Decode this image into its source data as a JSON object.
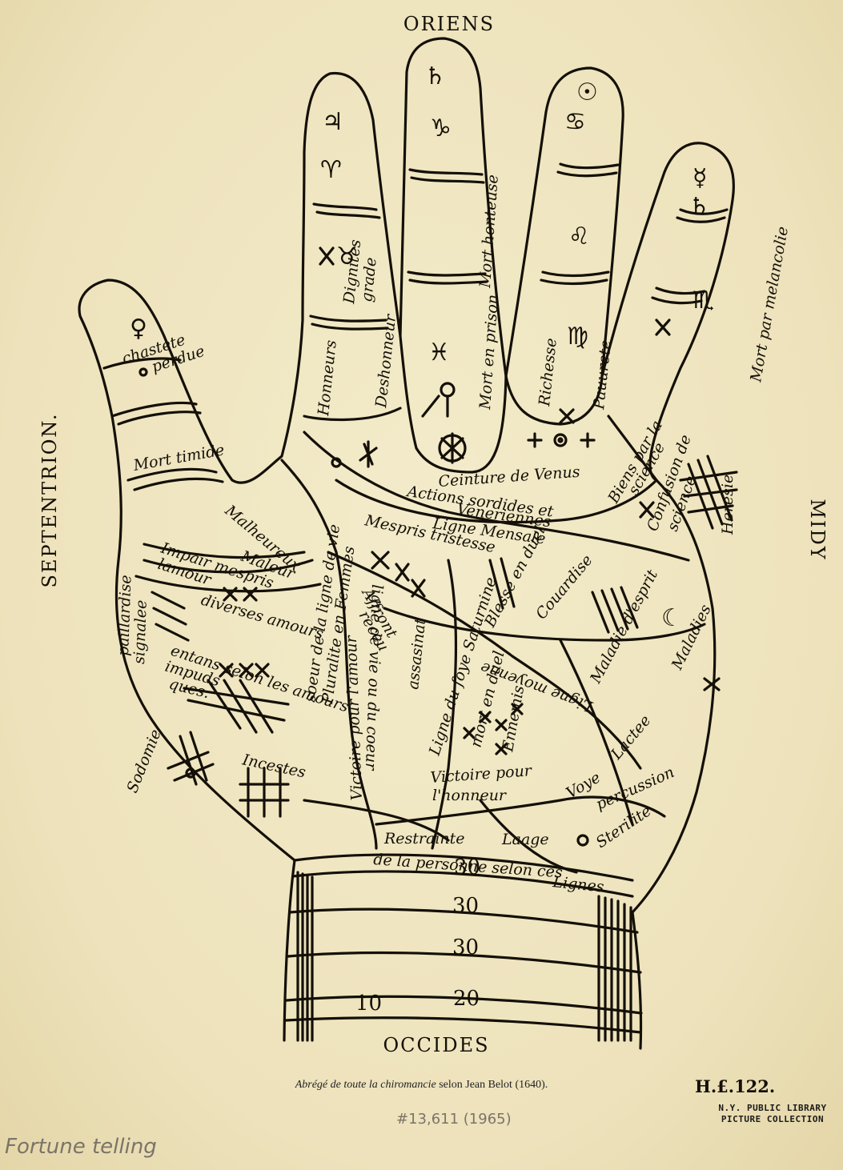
{
  "directions": {
    "north": "ORIENS",
    "south": "OCCIDES",
    "west": "SEPTENTRION.",
    "east": "MIDY"
  },
  "finger_symbols": {
    "index_top": "♃",
    "index_mid": "♈",
    "index_low": "♉",
    "middle_top": "♄",
    "middle_mid": "♑",
    "middle_low": "♓",
    "ring_top": "☉",
    "ring_mid": "♋",
    "ring_low": "♌",
    "ring_base": "♍",
    "little_top": "☿",
    "little_mid": "♄",
    "little_low": "♏",
    "thumb": "♀",
    "moon": "☾"
  },
  "finger_labels": {
    "index_1": "Dignites",
    "index_2": "grade",
    "index_3": "Honneurs",
    "index_4": "Deshonneur",
    "middle_1": "Mort honteuse",
    "middle_2": "Mort en prison",
    "ring_1": "Richesse",
    "ring_2": "Pauurete",
    "little_1": "Mort par melancolie"
  },
  "palm_labels": {
    "chastete": "chastete",
    "perdue": "perdue",
    "mort_timide": "Mort timide",
    "ceinture": "Ceinture de Venus",
    "actions": "Actions sordides et",
    "veneriennes": "Veneriennes",
    "ligne_mensale": "Ligne Mensale",
    "mespris": "Mespris tristesse",
    "biens": "Biens par la",
    "science": "science",
    "confusion": "Confusion de",
    "science2": "science",
    "heresie": "Heresie",
    "malheureux": "Malheureux",
    "maleur": "Maleur",
    "impair": "Impair mespris",
    "lamour": "lamour",
    "diverses": "diverses amours",
    "paillardise": "paillardise",
    "signalee": "signalee",
    "soeur": "soeur de la ligne de vie",
    "pluralite": "Pluralite en Femmes",
    "affront": "Affront",
    "receu": "receu",
    "ligne_de_vie": "ligne de vie ou du coeur",
    "blesse": "Blesse en duel",
    "couardise": "Couardise",
    "maladie": "Maladie d'esprit",
    "maladies": "Maladies",
    "entans": "entans selon les amours",
    "impuds": "impuds",
    "ques": "ques.",
    "victoire_amour": "Victoire pour l'amour",
    "assasinat": "assasinat",
    "ligne_fortune": "Ligne du foye Saturnine",
    "mort_duel": "mort en duel",
    "ennemis": "Ennemis",
    "ligne_moyenne": "Ligne moyenne",
    "sodomie": "Sodomie",
    "incestes": "Incestes",
    "victoire_honneur": "Victoire pour",
    "lhonneur": "l'honneur",
    "voye": "Voye",
    "lactee": "Lactee",
    "percussion": "percussion",
    "sterilite": "Sterilite",
    "restrainte": "Restrainte",
    "laage": "Laage",
    "dela": "de la personne selon ces",
    "lignes": "Lignes."
  },
  "wrist_numbers": [
    "30",
    "30",
    "30",
    "20",
    "10"
  ],
  "signature": "H.£.122.",
  "caption": {
    "italic": "Abrégé de toute la chiromancie",
    "normal": " selon Jean Belot (1640)."
  },
  "pencil_accession": "#13,611 (1965)",
  "pencil_subject": "Fortune telling",
  "stamp": {
    "line1": "N.Y. PUBLIC LIBRARY",
    "line2": "PICTURE COLLECTION"
  }
}
